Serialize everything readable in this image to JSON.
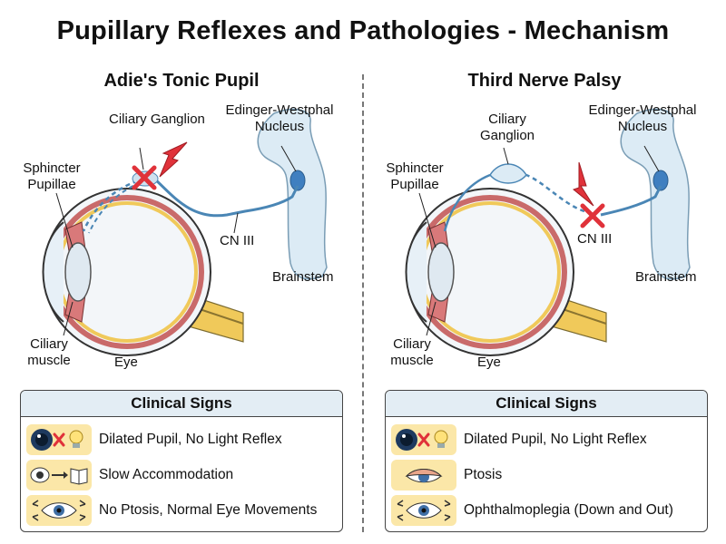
{
  "title": "Pupillary Reflexes and Pathologies - Mechanism",
  "panels": [
    {
      "title": "Adie's Tonic Pupil",
      "labels": {
        "ciliary_ganglion": "Ciliary Ganglion",
        "edinger_westphal": "Edinger-Westphal Nucleus",
        "sphincter_pupillae": "Sphincter Pupillae",
        "cn3": "CN III",
        "brainstem": "Brainstem",
        "ciliary_muscle": "Ciliary muscle",
        "eye": "Eye"
      },
      "clinical_signs": {
        "heading": "Clinical Signs",
        "items": [
          {
            "icon": "eye-cross-bulb-icon",
            "text": "Dilated Pupil, No Light Reflex"
          },
          {
            "icon": "eye-arrow-book-icon",
            "text": "Slow Accommodation"
          },
          {
            "icon": "eye-movement-arrows-icon",
            "text": "No Ptosis, Normal Eye Movements"
          }
        ]
      }
    },
    {
      "title": "Third Nerve Palsy",
      "labels": {
        "ciliary_ganglion": "Ciliary Ganglion",
        "edinger_westphal": "Edinger-Westphal Nucleus",
        "sphincter_pupillae": "Sphincter Pupillae",
        "cn3": "CN III",
        "brainstem": "Brainstem",
        "ciliary_muscle": "Ciliary muscle",
        "eye": "Eye"
      },
      "clinical_signs": {
        "heading": "Clinical Signs",
        "items": [
          {
            "icon": "eye-cross-bulb-icon",
            "text": "Dilated Pupil, No Light Reflex"
          },
          {
            "icon": "drooping-eyelid-icon",
            "text": "Ptosis"
          },
          {
            "icon": "eye-movement-arrows-icon",
            "text": "Ophthalmoplegia (Down and Out)"
          }
        ]
      }
    }
  ],
  "colors": {
    "nerve": "#4a86b5",
    "lesion": "#e0323a",
    "brainstem_fill": "#dcebf5",
    "optic_nerve": "#f0c95a",
    "ciliary_tissue": "#d9797a",
    "icon_bg": "#fbe7a8"
  }
}
